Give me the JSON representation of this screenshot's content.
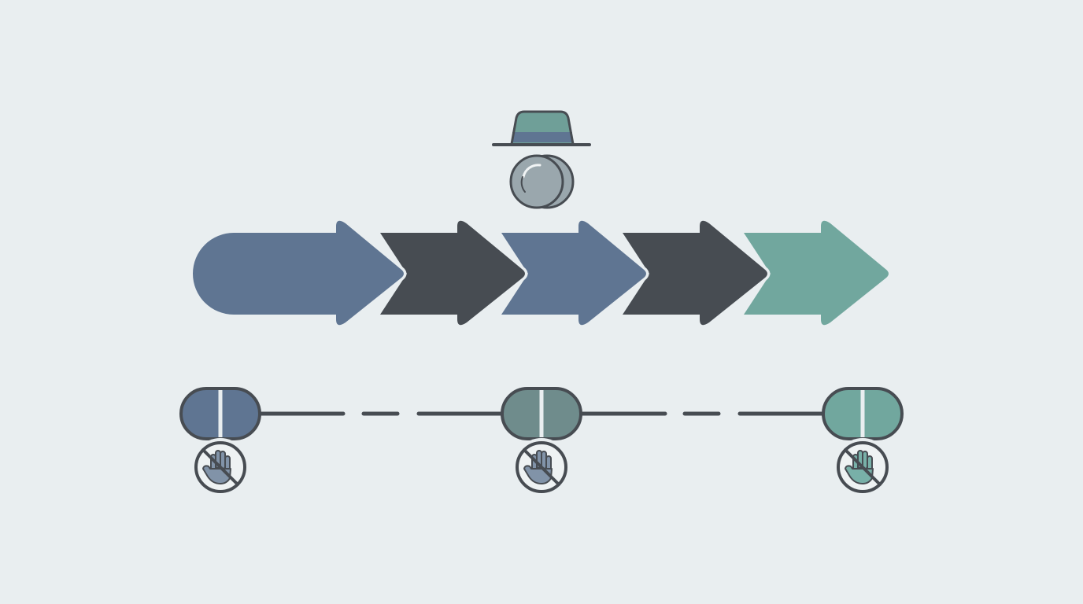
{
  "colors": {
    "background": "#e9eef0",
    "slate_blue": "#5f7592",
    "charcoal": "#474c52",
    "teal": "#71a79e",
    "muted_teal": "#6f8c8c",
    "outline": "#474c52",
    "coin_face": "#9aa7ad",
    "hat_crown": "#6f9f98",
    "hat_band": "#5f7592",
    "hand_muted": "#8193a8",
    "hand_teal": "#78b0a8"
  },
  "header_icons": [
    {
      "name": "hat-icon",
      "kind": "hat"
    },
    {
      "name": "coin-icon",
      "kind": "coin"
    }
  ],
  "arrow_chain": [
    {
      "name": "arrow-segment-1",
      "color_key": "slate_blue",
      "shape": "rounded-start"
    },
    {
      "name": "arrow-segment-2",
      "color_key": "charcoal",
      "shape": "chevron"
    },
    {
      "name": "arrow-segment-3",
      "color_key": "slate_blue",
      "shape": "chevron"
    },
    {
      "name": "arrow-segment-4",
      "color_key": "charcoal",
      "shape": "chevron"
    },
    {
      "name": "arrow-segment-5",
      "color_key": "teal",
      "shape": "chevron"
    }
  ],
  "timeline": {
    "line_style": "dashed",
    "nodes": [
      {
        "name": "pill-node-1",
        "color_key": "slate_blue",
        "badge_icon": "no-touch-icon",
        "hand_color_key": "hand_muted"
      },
      {
        "name": "pill-node-2",
        "color_key": "muted_teal",
        "badge_icon": "no-touch-icon",
        "hand_color_key": "hand_muted"
      },
      {
        "name": "pill-node-3",
        "color_key": "teal",
        "badge_icon": "no-touch-icon",
        "hand_color_key": "hand_teal"
      }
    ]
  }
}
